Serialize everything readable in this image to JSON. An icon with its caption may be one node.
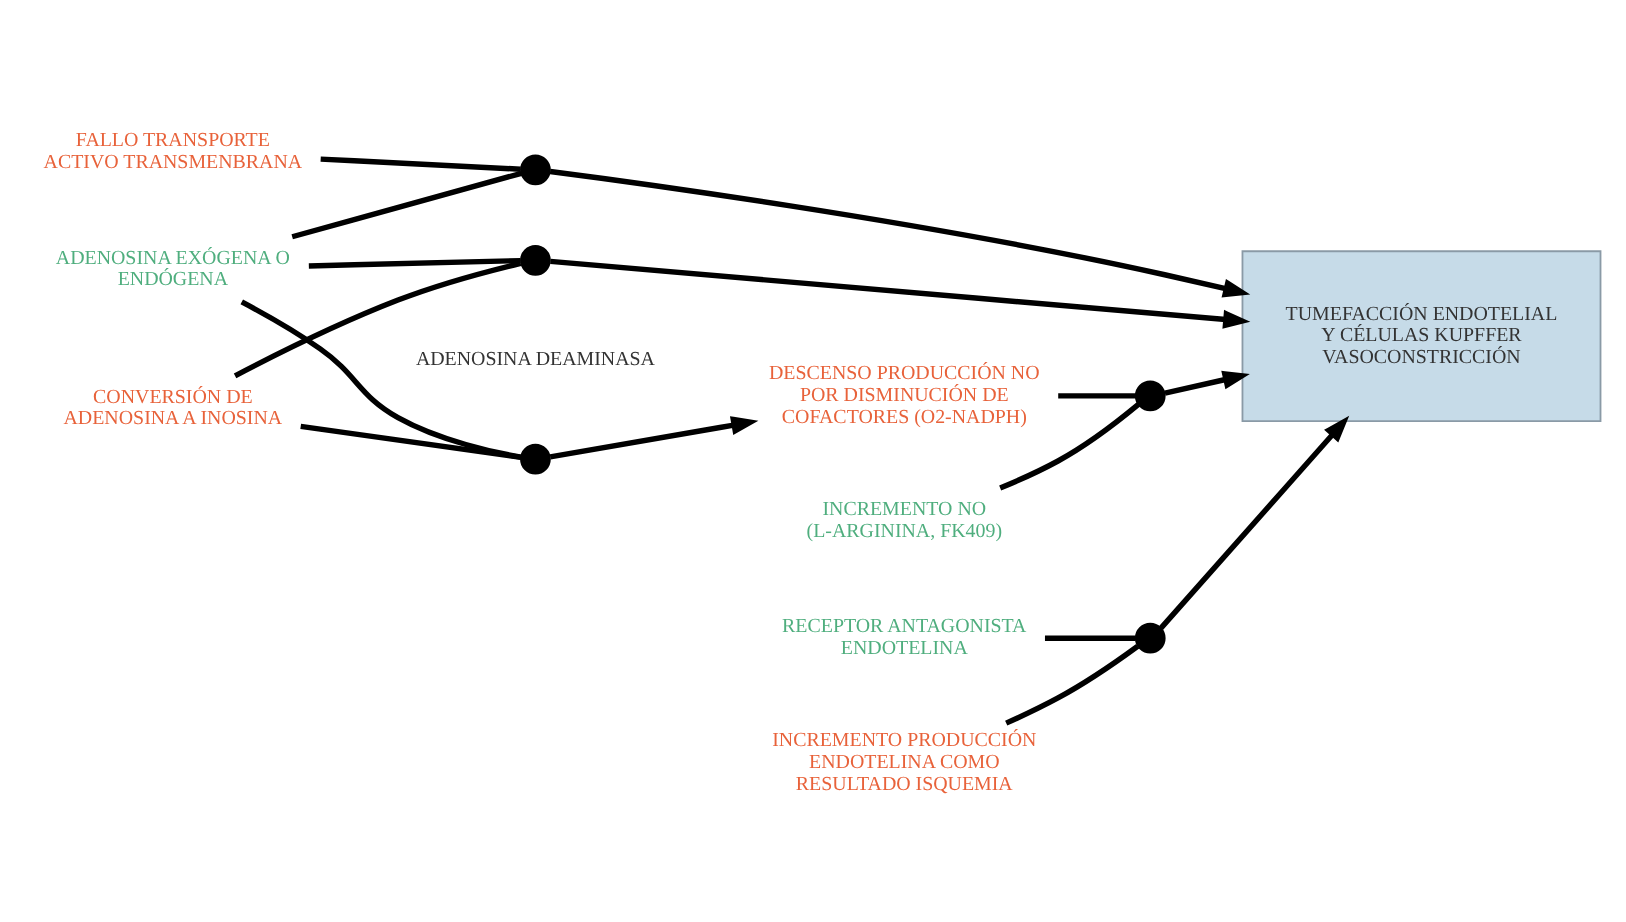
{
  "diagram": {
    "nodes": [
      {
        "text": [
          "FALLO TRANSPORTE ACTIVO TRANSMENBRANA"
        ]
      },
      {
        "text": [
          "TUMEFACCIÓN ENDOTELIAL Y CÉLULAS KUPFFER",
          "VASOCONSTRICCIÓN"
        ]
      },
      {
        "text": [
          "CONVERSIÓN DE ADENOSINA A INOSINA"
        ]
      },
      {
        "text": [
          "ADENOSINA EXÓGENA O ENDÓGENA"
        ]
      },
      {
        "text": [
          "DESCENSO PRODUCCIÓN NO POR DISMINUCIÓN DE COFACTORES (O2-NADPH)"
        ]
      },
      {
        "text": [
          "INCREMENTO NO (L-ARGININA, FK409)"
        ]
      },
      {
        "text": [
          "RECEPTOR ANTAGONISTA ENDOTELINA"
        ]
      },
      {
        "text": [
          "INCREMENTO PRODUCCIÓN ENDOTELINA COMO RESULTADO ISQUEMIA"
        ]
      },
      {
        "text": [],
        "shape": "circle"
      },
      {
        "text": [],
        "shape": "circle"
      },
      {
        "text": [],
        "shape": "circle",
        "beside": [
          "ADENOSINA DEAMINASA"
        ]
      },
      {
        "text": [],
        "shape": "circle"
      },
      {
        "text": [],
        "shape": "circle"
      }
    ],
    "edges": [
      {
        "from": 0,
        "to": 8,
        "arrow": "none"
      },
      {
        "from": 8,
        "to": 1,
        "arrow": "to"
      },
      {
        "from": 2,
        "to": 9,
        "arrow": "none"
      },
      {
        "from": 9,
        "to": 1,
        "arrow": "to"
      },
      {
        "from": 3,
        "to": 8,
        "arrow": "none"
      },
      {
        "from": 3,
        "to": 9,
        "arrow": "none"
      },
      {
        "from": 2,
        "to": 10,
        "arrow": "none"
      },
      {
        "from": 3,
        "to": 10,
        "arrow": "none"
      },
      {
        "from": 10,
        "to": 4,
        "arrow": "to"
      },
      {
        "from": 4,
        "to": 11,
        "arrow": "none"
      },
      {
        "from": 11,
        "to": 1,
        "arrow": "to"
      },
      {
        "from": 5,
        "to": 11,
        "arrow": "none"
      },
      {
        "from": 7,
        "to": 12,
        "arrow": "none"
      },
      {
        "from": 12,
        "to": 1,
        "arrow": "to"
      },
      {
        "from": 6,
        "to": 12,
        "arrow": "none"
      }
    ]
  }
}
